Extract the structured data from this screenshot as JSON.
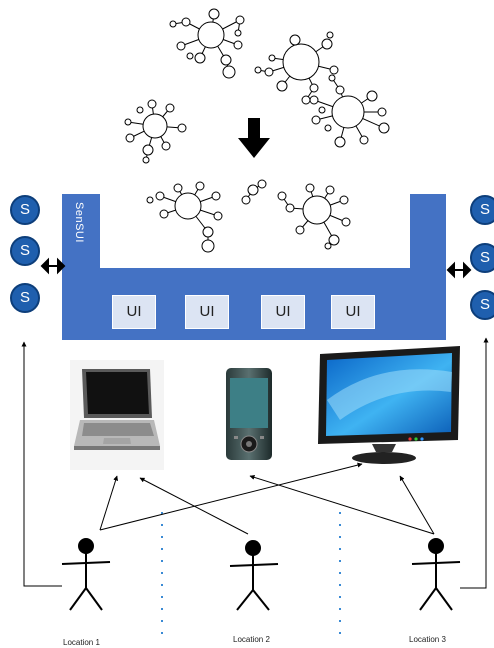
{
  "platform": {
    "label": "SenSUI",
    "ui_labels": [
      "UI",
      "UI",
      "UI",
      "UI"
    ],
    "color": "#4472c4"
  },
  "services": {
    "label": "S",
    "color": "#1f5fae"
  },
  "devices": [
    "laptop-icon",
    "smartphone-icon",
    "monitor-icon"
  ],
  "locations": [
    "Location 1",
    "Location 2",
    "Location 3"
  ]
}
